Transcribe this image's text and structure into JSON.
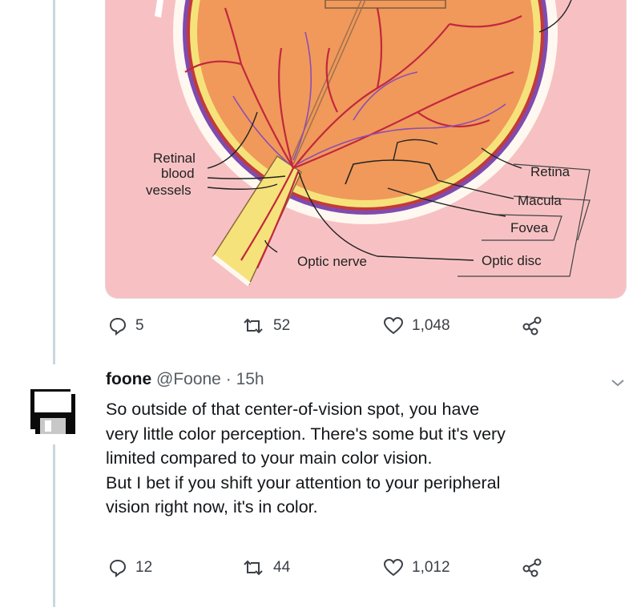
{
  "diagram": {
    "labels": {
      "retinal_vessels_1": "Retinal",
      "retinal_vessels_2": "blood",
      "retinal_vessels_3": "vessels",
      "retina": "Retina",
      "macula": "Macula",
      "fovea": "Fovea",
      "optic_nerve": "Optic nerve",
      "optic_disc": "Optic disc"
    },
    "colors": {
      "background": "#f7c1c3",
      "eyeball": "#f0995a",
      "retina_layer": "#f6e27a",
      "vessel": "#c2273d",
      "choroid": "#8e4db3"
    }
  },
  "tweet1": {
    "reply_count": "5",
    "retweet_count": "52",
    "like_count": "1,048"
  },
  "tweet2": {
    "name": "foone",
    "handle": "@Foone",
    "separator": "·",
    "time": "15h",
    "lines": [
      "So outside of that center-of-vision spot, you have",
      "very little color perception. There's some but it's very",
      "limited compared to your main color vision.",
      "But I bet if you shift your attention to your peripheral",
      "vision right now, it's in color."
    ],
    "reply_count": "12",
    "retweet_count": "44",
    "like_count": "1,012"
  },
  "icons": {
    "reply": "reply-icon",
    "retweet": "retweet-icon",
    "like": "heart-icon",
    "share": "share-icon",
    "caret": "chevron-down-icon",
    "avatar": "floppy-disk-avatar"
  }
}
